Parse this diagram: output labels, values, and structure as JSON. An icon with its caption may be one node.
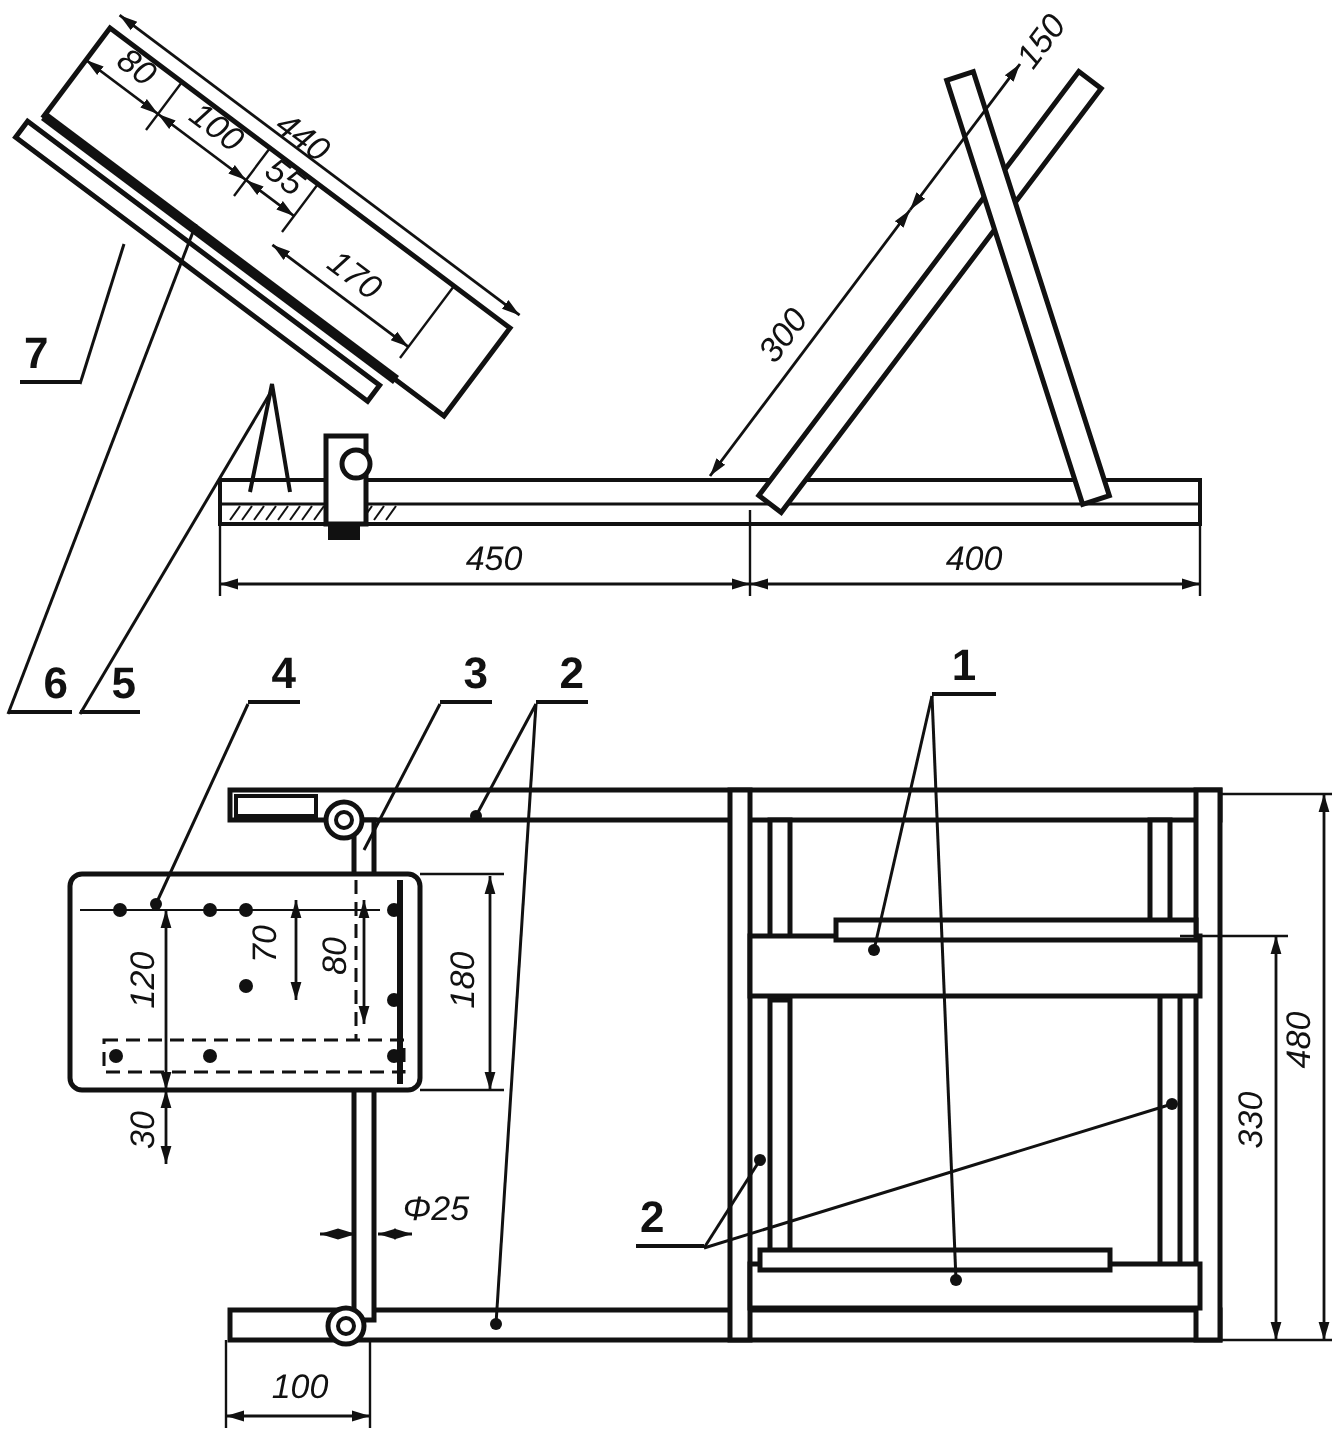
{
  "diagram": {
    "nodes": [
      {
        "text": [
          "7"
        ]
      },
      {
        "text": [
          "6"
        ]
      },
      {
        "text": [
          "5"
        ]
      },
      {
        "text": [
          "4"
        ]
      },
      {
        "text": [
          "3"
        ]
      },
      {
        "text": [
          "2"
        ]
      },
      {
        "text": [
          "1"
        ]
      },
      {
        "text": [
          "2"
        ]
      }
    ],
    "edges": [
      {
        "from": 0,
        "to": null,
        "arrow": "none"
      },
      {
        "from": 1,
        "to": null,
        "arrow": "none"
      },
      {
        "from": 2,
        "to": null,
        "arrow": "none"
      },
      {
        "from": 3,
        "to": null,
        "arrow": "other"
      },
      {
        "from": 4,
        "to": null,
        "arrow": "none"
      },
      {
        "from": 5,
        "to": null,
        "arrow": "other"
      },
      {
        "from": 5,
        "to": null,
        "arrow": "other"
      },
      {
        "from": 6,
        "to": null,
        "arrow": "other"
      },
      {
        "from": 6,
        "to": null,
        "arrow": "other"
      },
      {
        "from": 7,
        "to": null,
        "arrow": "other"
      },
      {
        "from": 7,
        "to": null,
        "arrow": "other"
      }
    ],
    "labels": [
      "80",
      "100",
      "440",
      "55",
      "170",
      "150",
      "300",
      "450",
      "400",
      "120",
      "70",
      "80",
      "180",
      "30",
      "Φ25",
      "100",
      "330",
      "480"
    ]
  }
}
